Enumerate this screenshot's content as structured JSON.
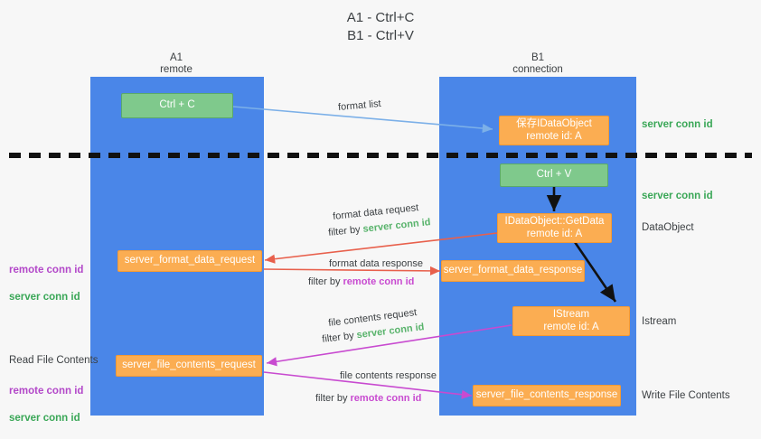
{
  "title": "A1 - Ctrl+C\nB1 - Ctrl+V",
  "colors": {
    "lane": "#4a86e8",
    "green_node": "#7fc98c",
    "orange_node": "#fbad52",
    "server_conn_id": "#3aa757",
    "remote_conn_id": "#b348c9",
    "divider": "#000000",
    "background": "#f7f7f7"
  },
  "lanes": [
    {
      "name": "a1",
      "header": "A1\nremote"
    },
    {
      "name": "b1",
      "header": "B1\nconnection"
    }
  ],
  "nodes": {
    "ctrl_c": "Ctrl + C",
    "save_idataobject": "保存IDataObject\nremote id: A",
    "ctrl_v": "Ctrl + V",
    "idataobject_getdata": "IDataObject::GetData\nremote id: A",
    "server_format_data_request": "server_format_data_request",
    "server_format_data_response": "server_format_data_response",
    "istream": "IStream\nremote id: A",
    "server_file_contents_request": "server_file_contents_request",
    "server_file_contents_response": "server_file_contents_response"
  },
  "edge_labels": {
    "format_list": "format list",
    "format_data_request": "format data request",
    "format_data_request_filter_prefix": "filter by ",
    "format_data_request_filter_value": "server conn id",
    "format_data_response": "format data response",
    "format_data_response_filter_prefix": "filter by ",
    "format_data_response_filter_value": "remote conn id",
    "file_contents_request": "file contents request",
    "file_contents_request_filter_prefix": "filter by ",
    "file_contents_request_filter_value": "server conn id",
    "file_contents_response": "file contents response",
    "file_contents_response_filter_prefix": "filter by ",
    "file_contents_response_filter_value": "remote conn id"
  },
  "side_labels": {
    "right_server_conn_id_top": "server conn id",
    "right_server_conn_id_second": "server conn id",
    "right_dataobject": "DataObject",
    "right_istream": "Istream",
    "right_write_file_contents": "Write File Contents",
    "left_conn_ids_top_remote": "remote conn id",
    "left_conn_ids_top_server": "server conn id",
    "left_read_file_contents": "Read File Contents",
    "left_conn_ids_bottom_remote": "remote conn id",
    "left_conn_ids_bottom_server": "server conn id"
  }
}
